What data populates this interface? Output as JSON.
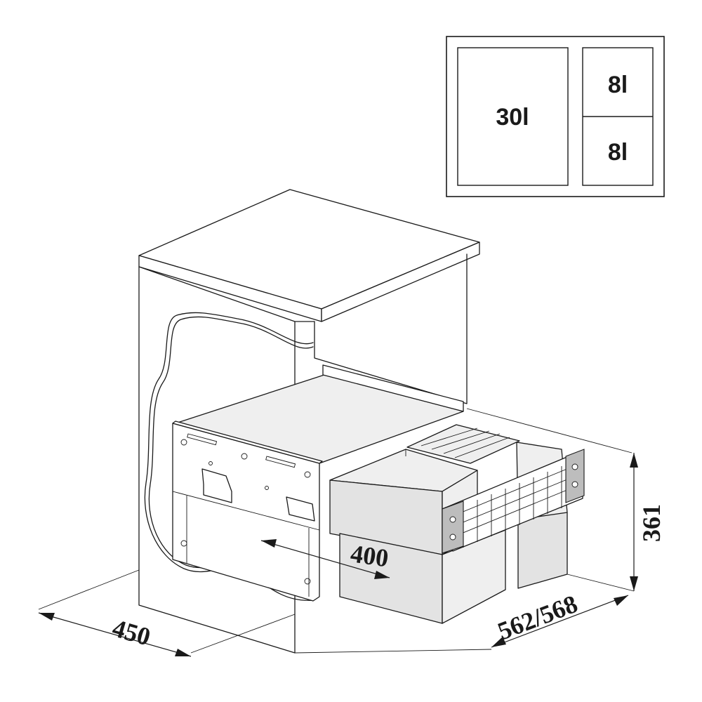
{
  "legend": {
    "large_bin": "30l",
    "small_bin_top": "8l",
    "small_bin_bottom": "8l"
  },
  "dimensions": {
    "width": "450",
    "depth": "400",
    "cabinet_depth": "562/568",
    "height": "361"
  }
}
